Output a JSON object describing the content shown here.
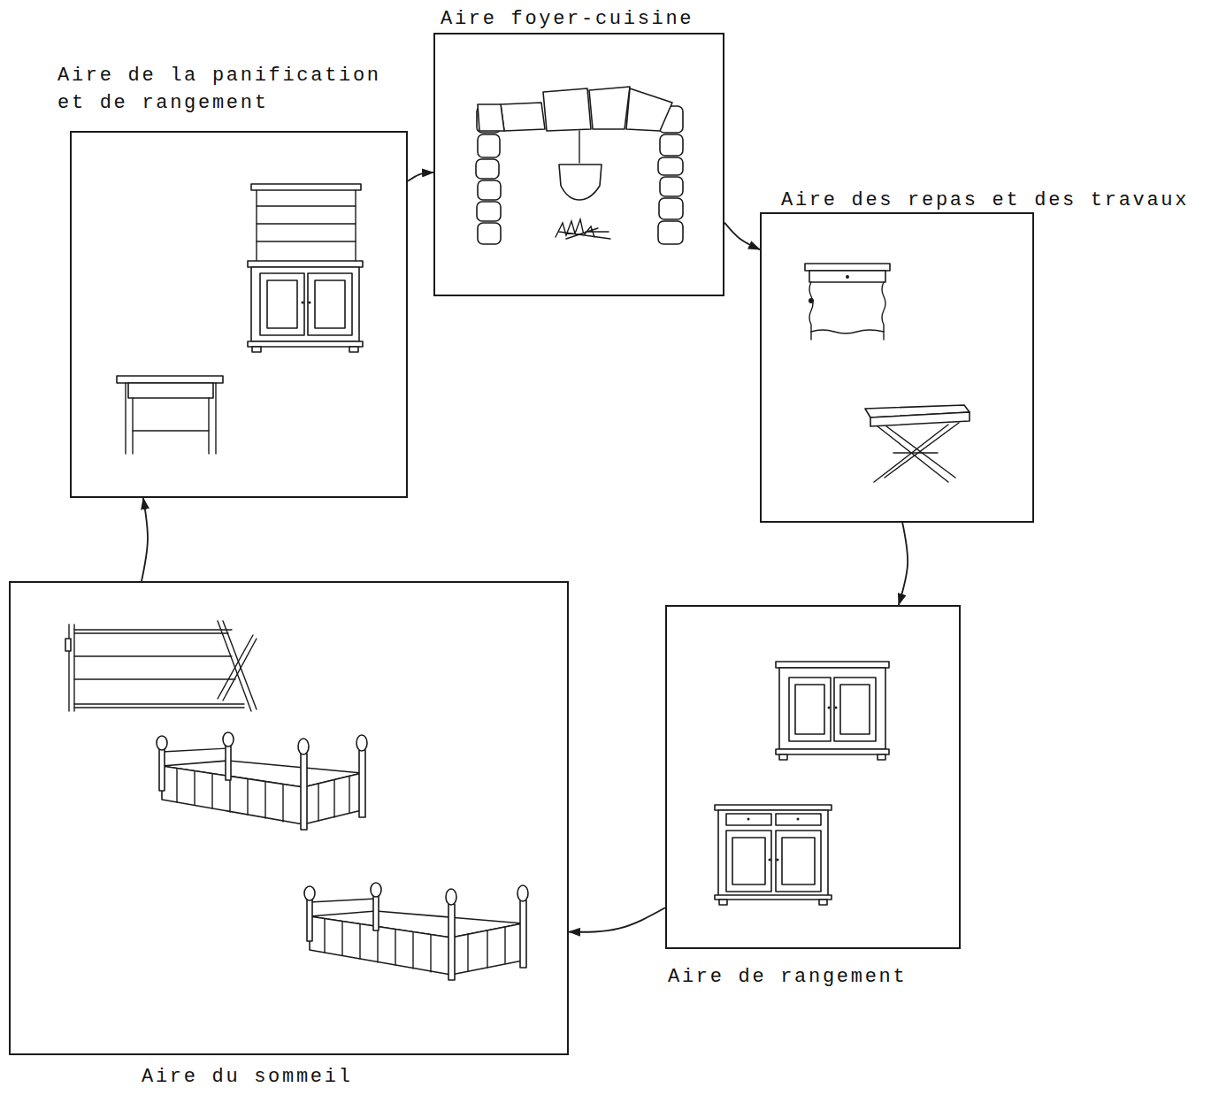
{
  "diagram": {
    "nodes": [
      {
        "text": [
          "Aire de la panification et de rangement"
        ]
      },
      {
        "text": [
          "Aire foyer-cuisine"
        ]
      },
      {
        "text": [
          "Aire des repas et des travaux"
        ]
      },
      {
        "text": [
          "Aire de rangement"
        ]
      },
      {
        "text": [
          "Aire du sommeil"
        ]
      }
    ],
    "edges": [
      {
        "from": 0,
        "to": 1,
        "arrow": "to"
      },
      {
        "from": 1,
        "to": 2,
        "arrow": "to"
      },
      {
        "from": 2,
        "to": 3,
        "arrow": "to"
      },
      {
        "from": 3,
        "to": 4,
        "arrow": "to"
      },
      {
        "from": 4,
        "to": 0,
        "arrow": "to"
      }
    ]
  }
}
